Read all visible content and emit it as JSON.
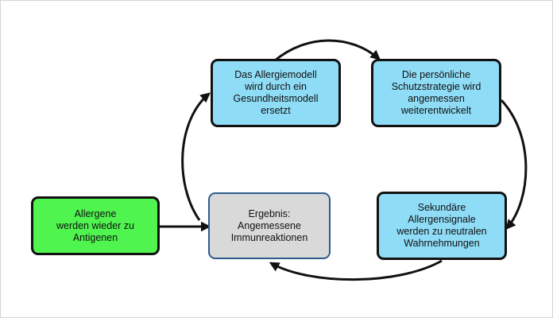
{
  "nodes": {
    "allergen": {
      "text": "Allergene\nwerden wieder zu\nAntigenen",
      "fill": "#4ff44f"
    },
    "model": {
      "text": "Das Allergiemodell\nwird durch ein\nGesundheitsmodell\nersetzt",
      "fill": "#8fdcf6"
    },
    "strategy": {
      "text": "Die persönliche\nSchutzstrategie wird\nangemessen\nweiterentwickelt",
      "fill": "#8fdcf6"
    },
    "signals": {
      "text": "Sekundäre\nAllergensignale\nwerden zu neutralen\nWahrnehmungen",
      "fill": "#8fdcf6"
    },
    "result": {
      "text": "Ergebnis:\nAngemessene\nImmunreaktionen",
      "fill": "#d9d9d9"
    }
  },
  "colors": {
    "line": "#111111",
    "result_border": "#2d5c8a"
  }
}
